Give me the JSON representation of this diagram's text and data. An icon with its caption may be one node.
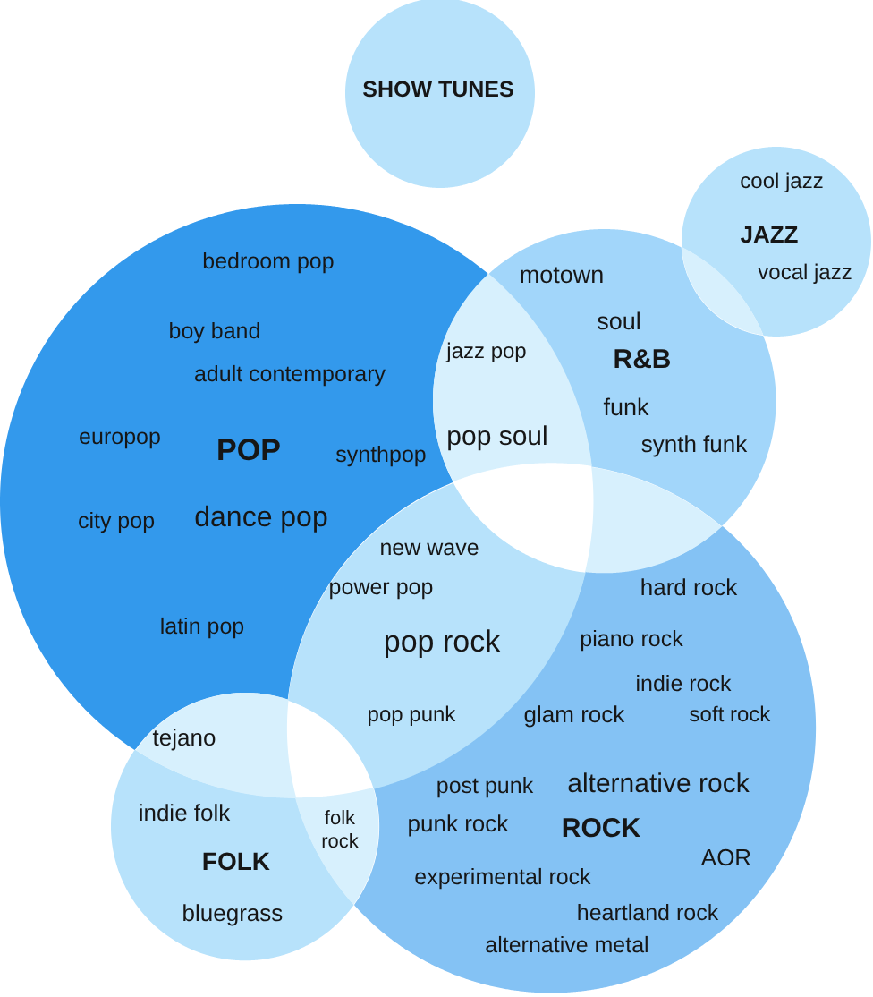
{
  "diagram": {
    "nodes": [
      {
        "text": [
          "SHOW TUNES"
        ]
      },
      {
        "text": [
          "bedroom pop",
          "boy band",
          "adult contemporary",
          "europop",
          "POP",
          "synthpop",
          "city pop",
          "dance pop",
          "latin pop"
        ]
      },
      {
        "text": [
          "motown",
          "soul",
          "R&B",
          "funk",
          "synth funk"
        ]
      },
      {
        "text": [
          "cool jazz",
          "JAZZ",
          "vocal jazz"
        ]
      },
      {
        "text": [
          "hard rock",
          "piano rock",
          "indie rock",
          "glam rock",
          "soft rock",
          "post punk",
          "alternative rock",
          "punk rock",
          "ROCK",
          "AOR",
          "experimental rock",
          "heartland rock",
          "alternative metal"
        ]
      },
      {
        "text": [
          "indie folk",
          "FOLK",
          "bluegrass"
        ]
      },
      {
        "text": [
          "jazz pop",
          "pop soul"
        ]
      },
      {
        "text": [
          "new wave",
          "power pop",
          "pop rock",
          "pop punk"
        ]
      },
      {
        "text": [
          "tejano"
        ]
      },
      {
        "text": [
          "folk rock"
        ]
      },
      {
        "text": [],
        "shape": "lens"
      },
      {
        "text": [],
        "shape": "lens"
      }
    ]
  }
}
